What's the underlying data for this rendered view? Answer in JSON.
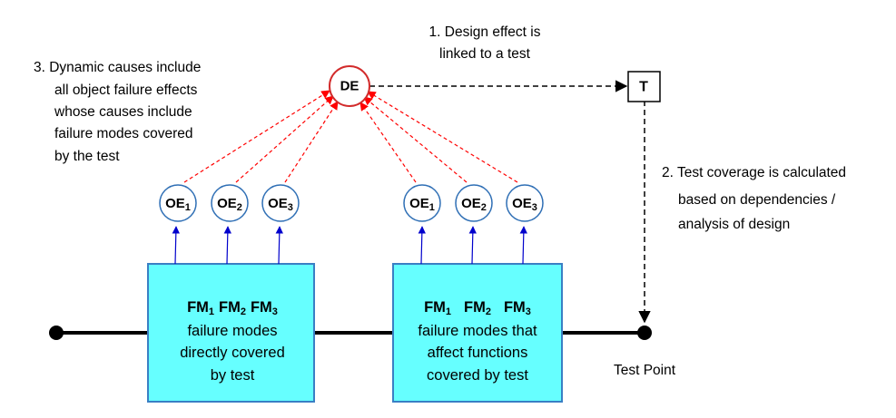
{
  "colors": {
    "box_fill": "#66ffff",
    "box_stroke": "#3a7fc4",
    "oe_stroke": "#2f6fb5",
    "de_stroke": "#d22b2b",
    "red_arrow": "#ff0000",
    "blue_arrow": "#0000cc",
    "black": "#000000"
  },
  "notes": {
    "note1_line1": "1. Design effect is",
    "note1_line2": "linked to a test",
    "note2_line1": "2. Test coverage is calculated",
    "note2_line2": "based on dependencies /",
    "note2_line3": "analysis of design",
    "note3_line1": "3. Dynamic causes include",
    "note3_line2": "all object failure effects",
    "note3_line3": "whose causes include",
    "note3_line4": "failure modes covered",
    "note3_line5": "by the test"
  },
  "de_node": {
    "label": "DE"
  },
  "test_node": {
    "label": "T"
  },
  "test_point": {
    "label": "Test Point"
  },
  "left_group": {
    "oe": [
      {
        "base": "OE",
        "sub": "1"
      },
      {
        "base": "OE",
        "sub": "2"
      },
      {
        "base": "OE",
        "sub": "3"
      }
    ],
    "fm": [
      {
        "base": "FM",
        "sub": "1"
      },
      {
        "base": "FM",
        "sub": "2"
      },
      {
        "base": "FM",
        "sub": "3"
      }
    ],
    "text_lines": [
      "failure modes",
      "directly covered",
      "by test"
    ]
  },
  "right_group": {
    "oe": [
      {
        "base": "OE",
        "sub": "1"
      },
      {
        "base": "OE",
        "sub": "2"
      },
      {
        "base": "OE",
        "sub": "3"
      }
    ],
    "fm": [
      {
        "base": "FM",
        "sub": "1"
      },
      {
        "base": "FM",
        "sub": "2"
      },
      {
        "base": "FM",
        "sub": "3"
      }
    ],
    "text_lines": [
      "failure modes that",
      "affect functions",
      "covered by test"
    ]
  }
}
